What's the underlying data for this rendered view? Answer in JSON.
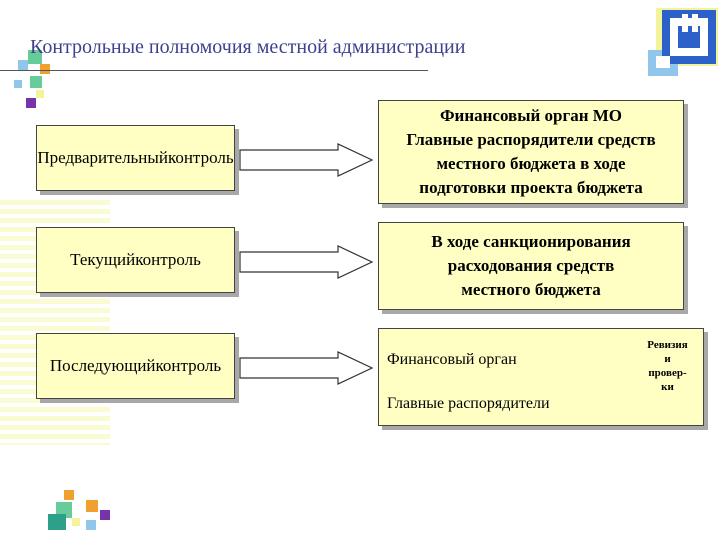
{
  "title": "Контрольные полномочия местной администрации",
  "rows": [
    {
      "control": [
        "Предварительный",
        "контроль"
      ],
      "responsible": [
        "Финансовый орган МО",
        "Главные распорядители средств",
        "местного бюджета в ходе",
        "подготовки проекта бюджета"
      ]
    },
    {
      "control": [
        "Текущий",
        "контроль"
      ],
      "responsible": [
        "В ходе санкционирования",
        "расходования средств",
        "местного бюджета"
      ]
    },
    {
      "control": [
        "Последующий",
        "контроль"
      ],
      "responsible": [
        "Финансовый орган",
        "Главные распорядители"
      ]
    }
  ],
  "revision": [
    "Ревизия",
    "и",
    "провер-",
    "ки"
  ],
  "colors": {
    "box_fill": "#ffffc4",
    "title": "#3f3f8f",
    "deco_green": "#66cc99",
    "deco_teal": "#2ca089",
    "deco_orange": "#f0a030",
    "deco_purple": "#7733aa",
    "deco_blue": "#2b61c8",
    "deco_light_blue": "#8fc6ea",
    "deco_yellow": "#f3f39a"
  }
}
